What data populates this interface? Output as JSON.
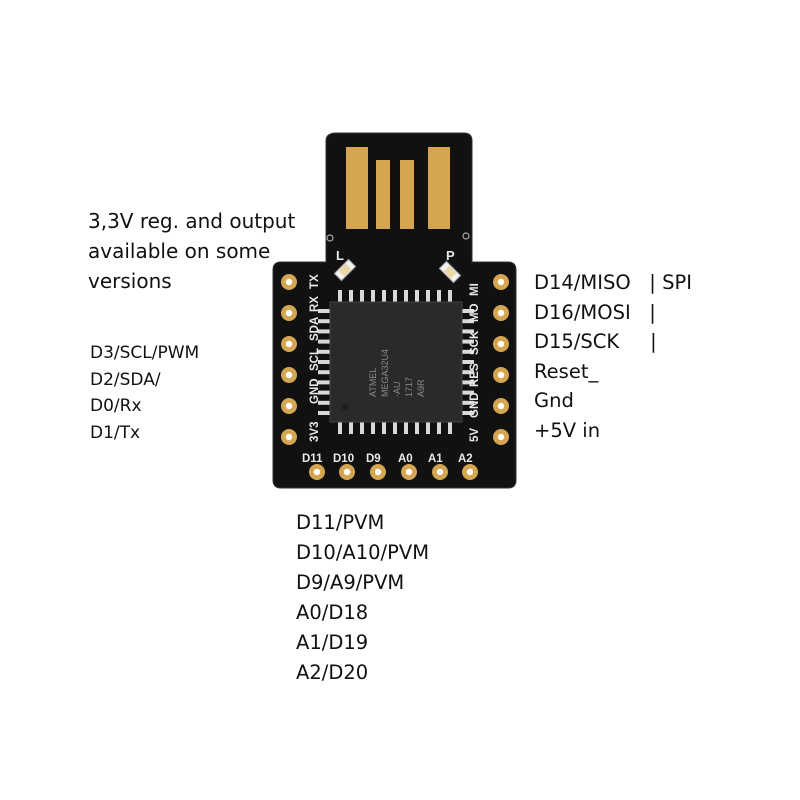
{
  "annotations": {
    "regulator_note": [
      "3,3V reg. and output",
      "available on some",
      "versions"
    ],
    "left_pins": [
      "D3/SCL/PWM",
      "D2/SDA/",
      "D0/Rx",
      "D1/Tx"
    ],
    "right_pins": [
      "D14/MISO   | SPI",
      "D16/MOSI   |",
      "D15/SCK     |",
      "Reset_",
      "Gnd",
      "+5V in"
    ],
    "bottom_pins": [
      "D11/PVM",
      "D10/A10/PVM",
      "D9/A9/PVM",
      "A0/D18",
      "A1/D19",
      "A2/D20"
    ]
  },
  "board": {
    "led_labels": {
      "left": "L",
      "right": "P"
    },
    "silk_left": [
      "3V3",
      "GND",
      "SCL",
      "SDA",
      "RX",
      "TX"
    ],
    "silk_right": [
      "MI",
      "MO",
      "SCK",
      "RES",
      "GND",
      "5V"
    ],
    "silk_bottom": [
      "D11",
      "D10",
      "D9",
      "A0",
      "A1",
      "A2"
    ],
    "chip_marking": [
      "ATMEL",
      "MEGA32U4",
      "-AU",
      "1717",
      "A9R"
    ],
    "colors": {
      "pcb": "#111111",
      "gold": "#d4a651",
      "silk": "#e8e8e8",
      "chip": "#2a2a2a"
    }
  }
}
